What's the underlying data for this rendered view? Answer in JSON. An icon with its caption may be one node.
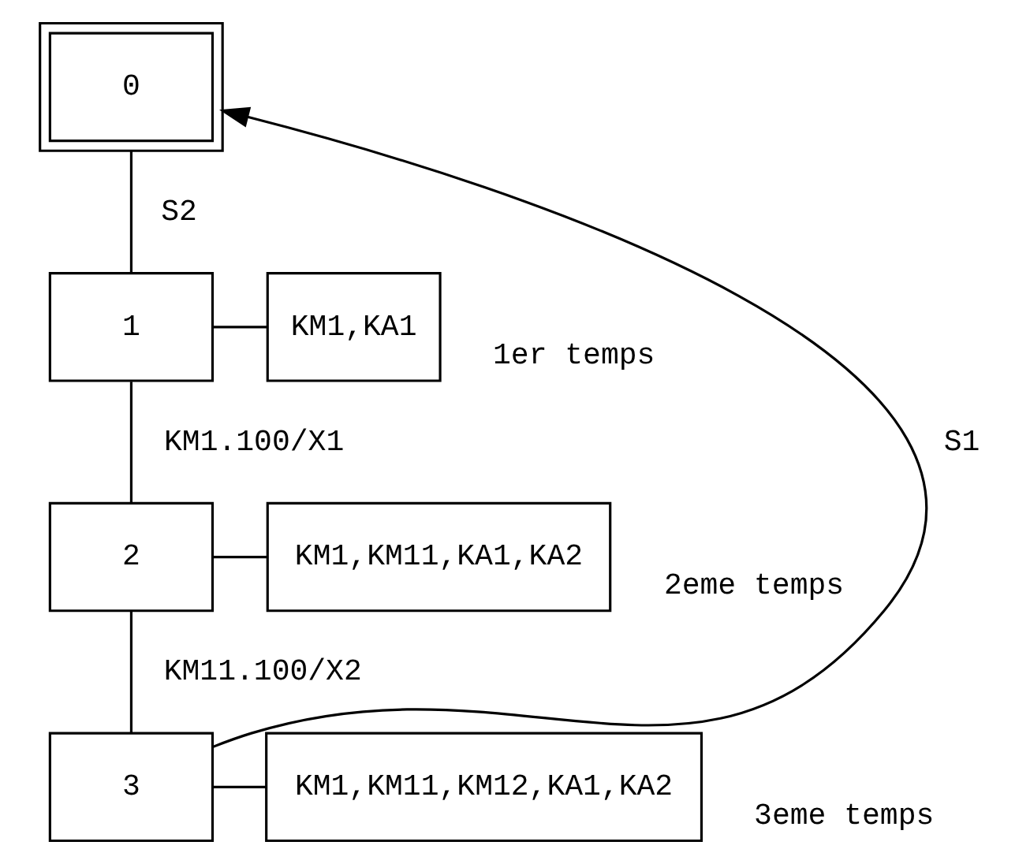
{
  "diagram": {
    "nodes": [
      {
        "text": [
          "0"
        ]
      },
      {
        "text": [
          "1"
        ]
      },
      {
        "text": [
          "KM1,KA1"
        ],
        "beside": [
          "1er temps"
        ]
      },
      {
        "text": [
          "2"
        ]
      },
      {
        "text": [
          "KM1,KM11,KA1,KA2"
        ],
        "beside": [
          "2eme temps"
        ]
      },
      {
        "text": [
          "3"
        ]
      },
      {
        "text": [
          "KM1,KM11,KM12,KA1,KA2"
        ],
        "beside": [
          "3eme temps"
        ]
      }
    ],
    "edges": [
      {
        "from": 0,
        "to": 1,
        "arrow": "none",
        "label": "S2"
      },
      {
        "from": 1,
        "to": 2,
        "arrow": "none"
      },
      {
        "from": 1,
        "to": 3,
        "arrow": "none",
        "label": "KM1.100/X1"
      },
      {
        "from": 3,
        "to": 4,
        "arrow": "none"
      },
      {
        "from": 3,
        "to": 5,
        "arrow": "none",
        "label": "KM11.100/X2"
      },
      {
        "from": 5,
        "to": 6,
        "arrow": "none"
      },
      {
        "from": 5,
        "to": 0,
        "arrow": "to",
        "label": "S1"
      }
    ]
  }
}
